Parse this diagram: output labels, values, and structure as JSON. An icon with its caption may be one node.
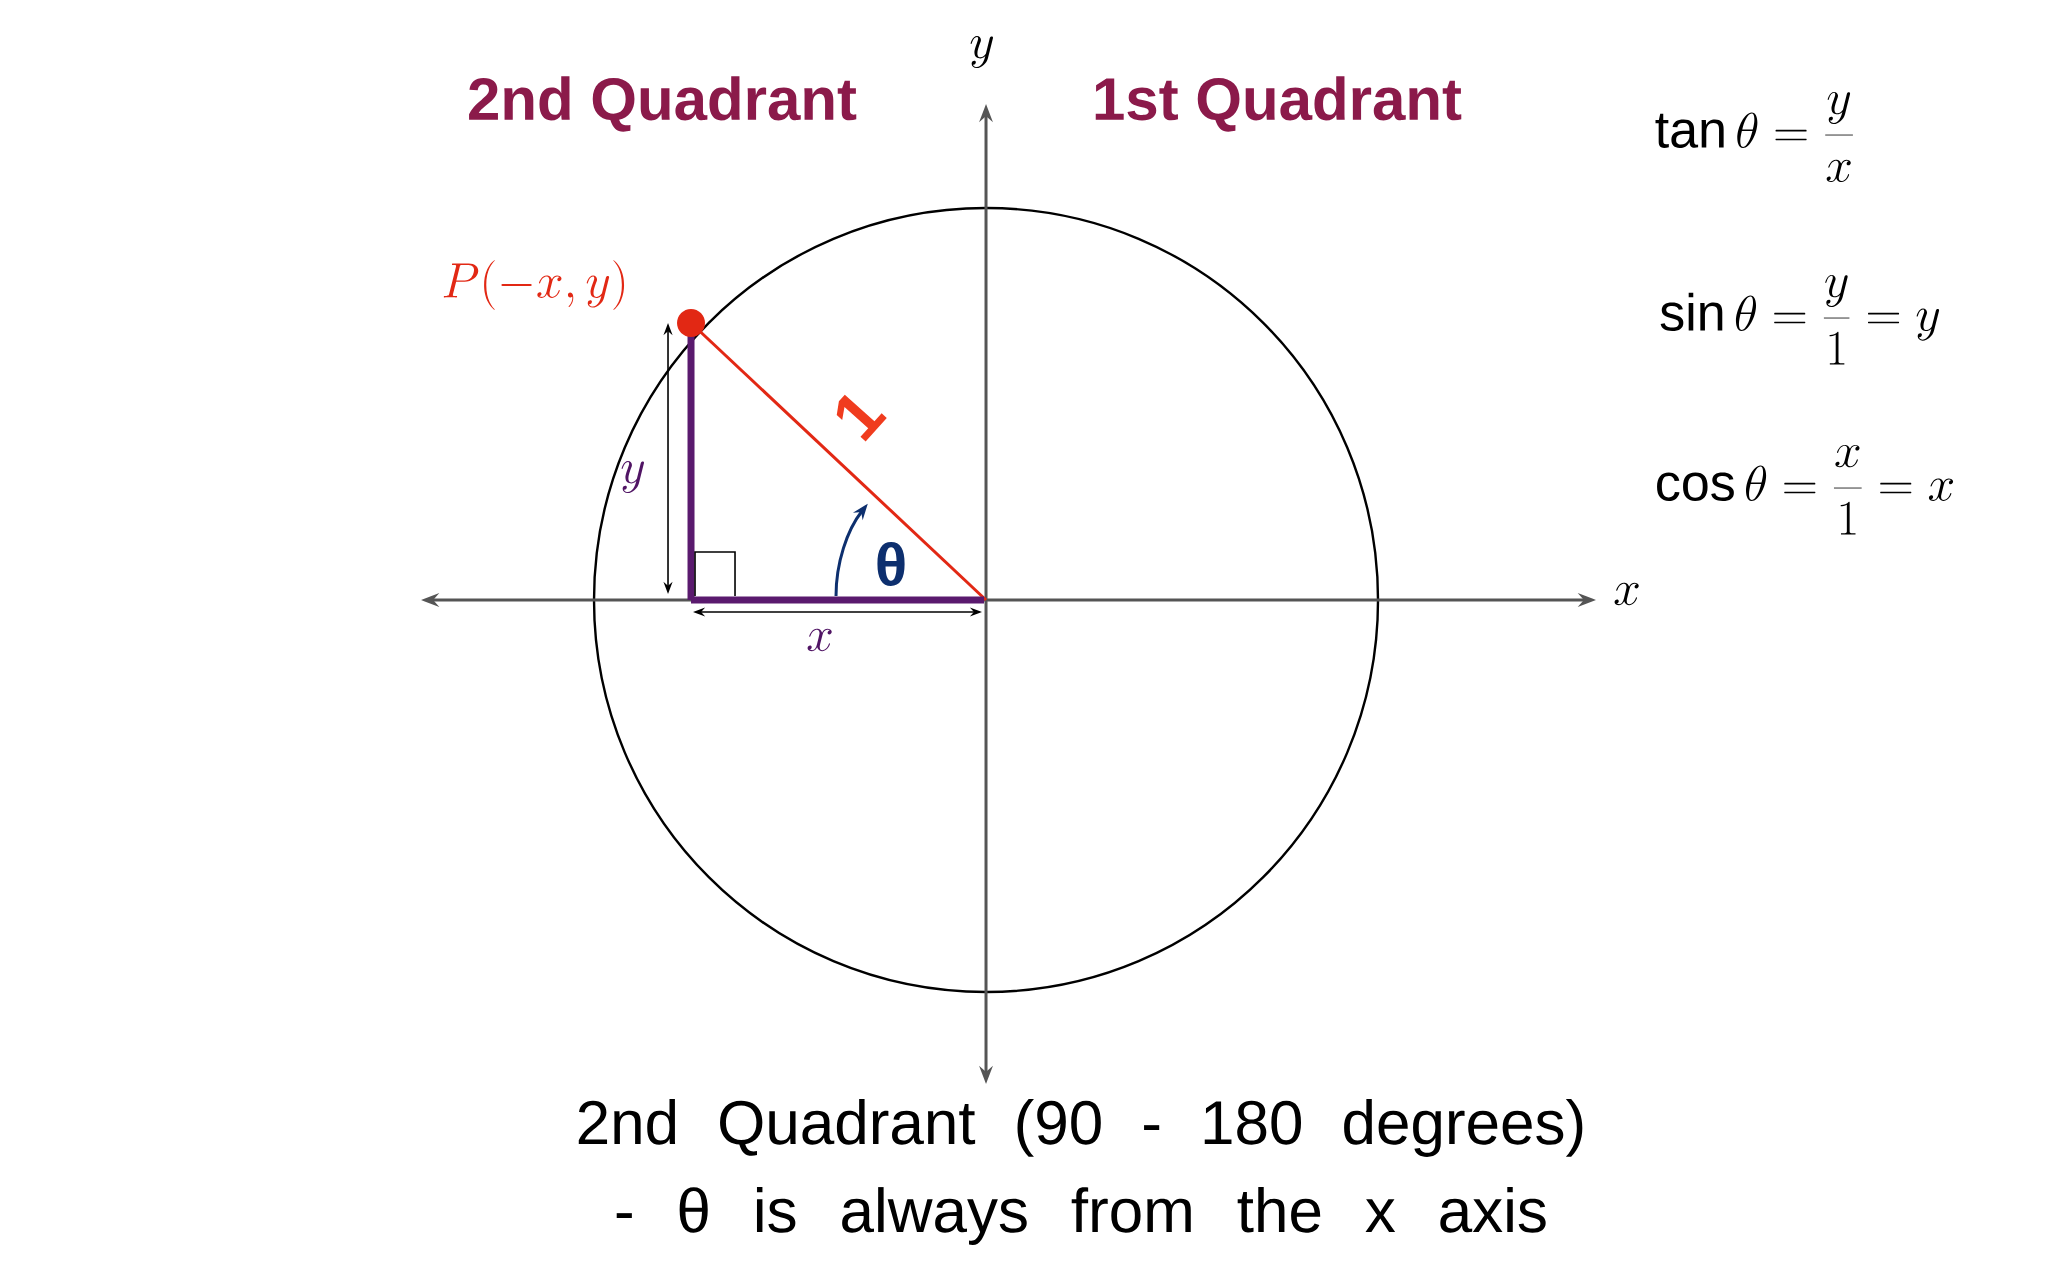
{
  "diagram": {
    "caption": "2nd Quadrant (90 - 180 degrees) - θ is always from the x axis",
    "labels": [
      "y",
      "2nd Quadrant",
      "1st Quadrant",
      "\\tan\\theta = \\frac{y}{x}",
      "P(-x,y)",
      "\\sin\\theta = \\frac{y}{1} = y",
      "1",
      "y",
      "\\cos\\theta = \\frac{x}{1} = x",
      "θ",
      "x",
      "x"
    ]
  }
}
